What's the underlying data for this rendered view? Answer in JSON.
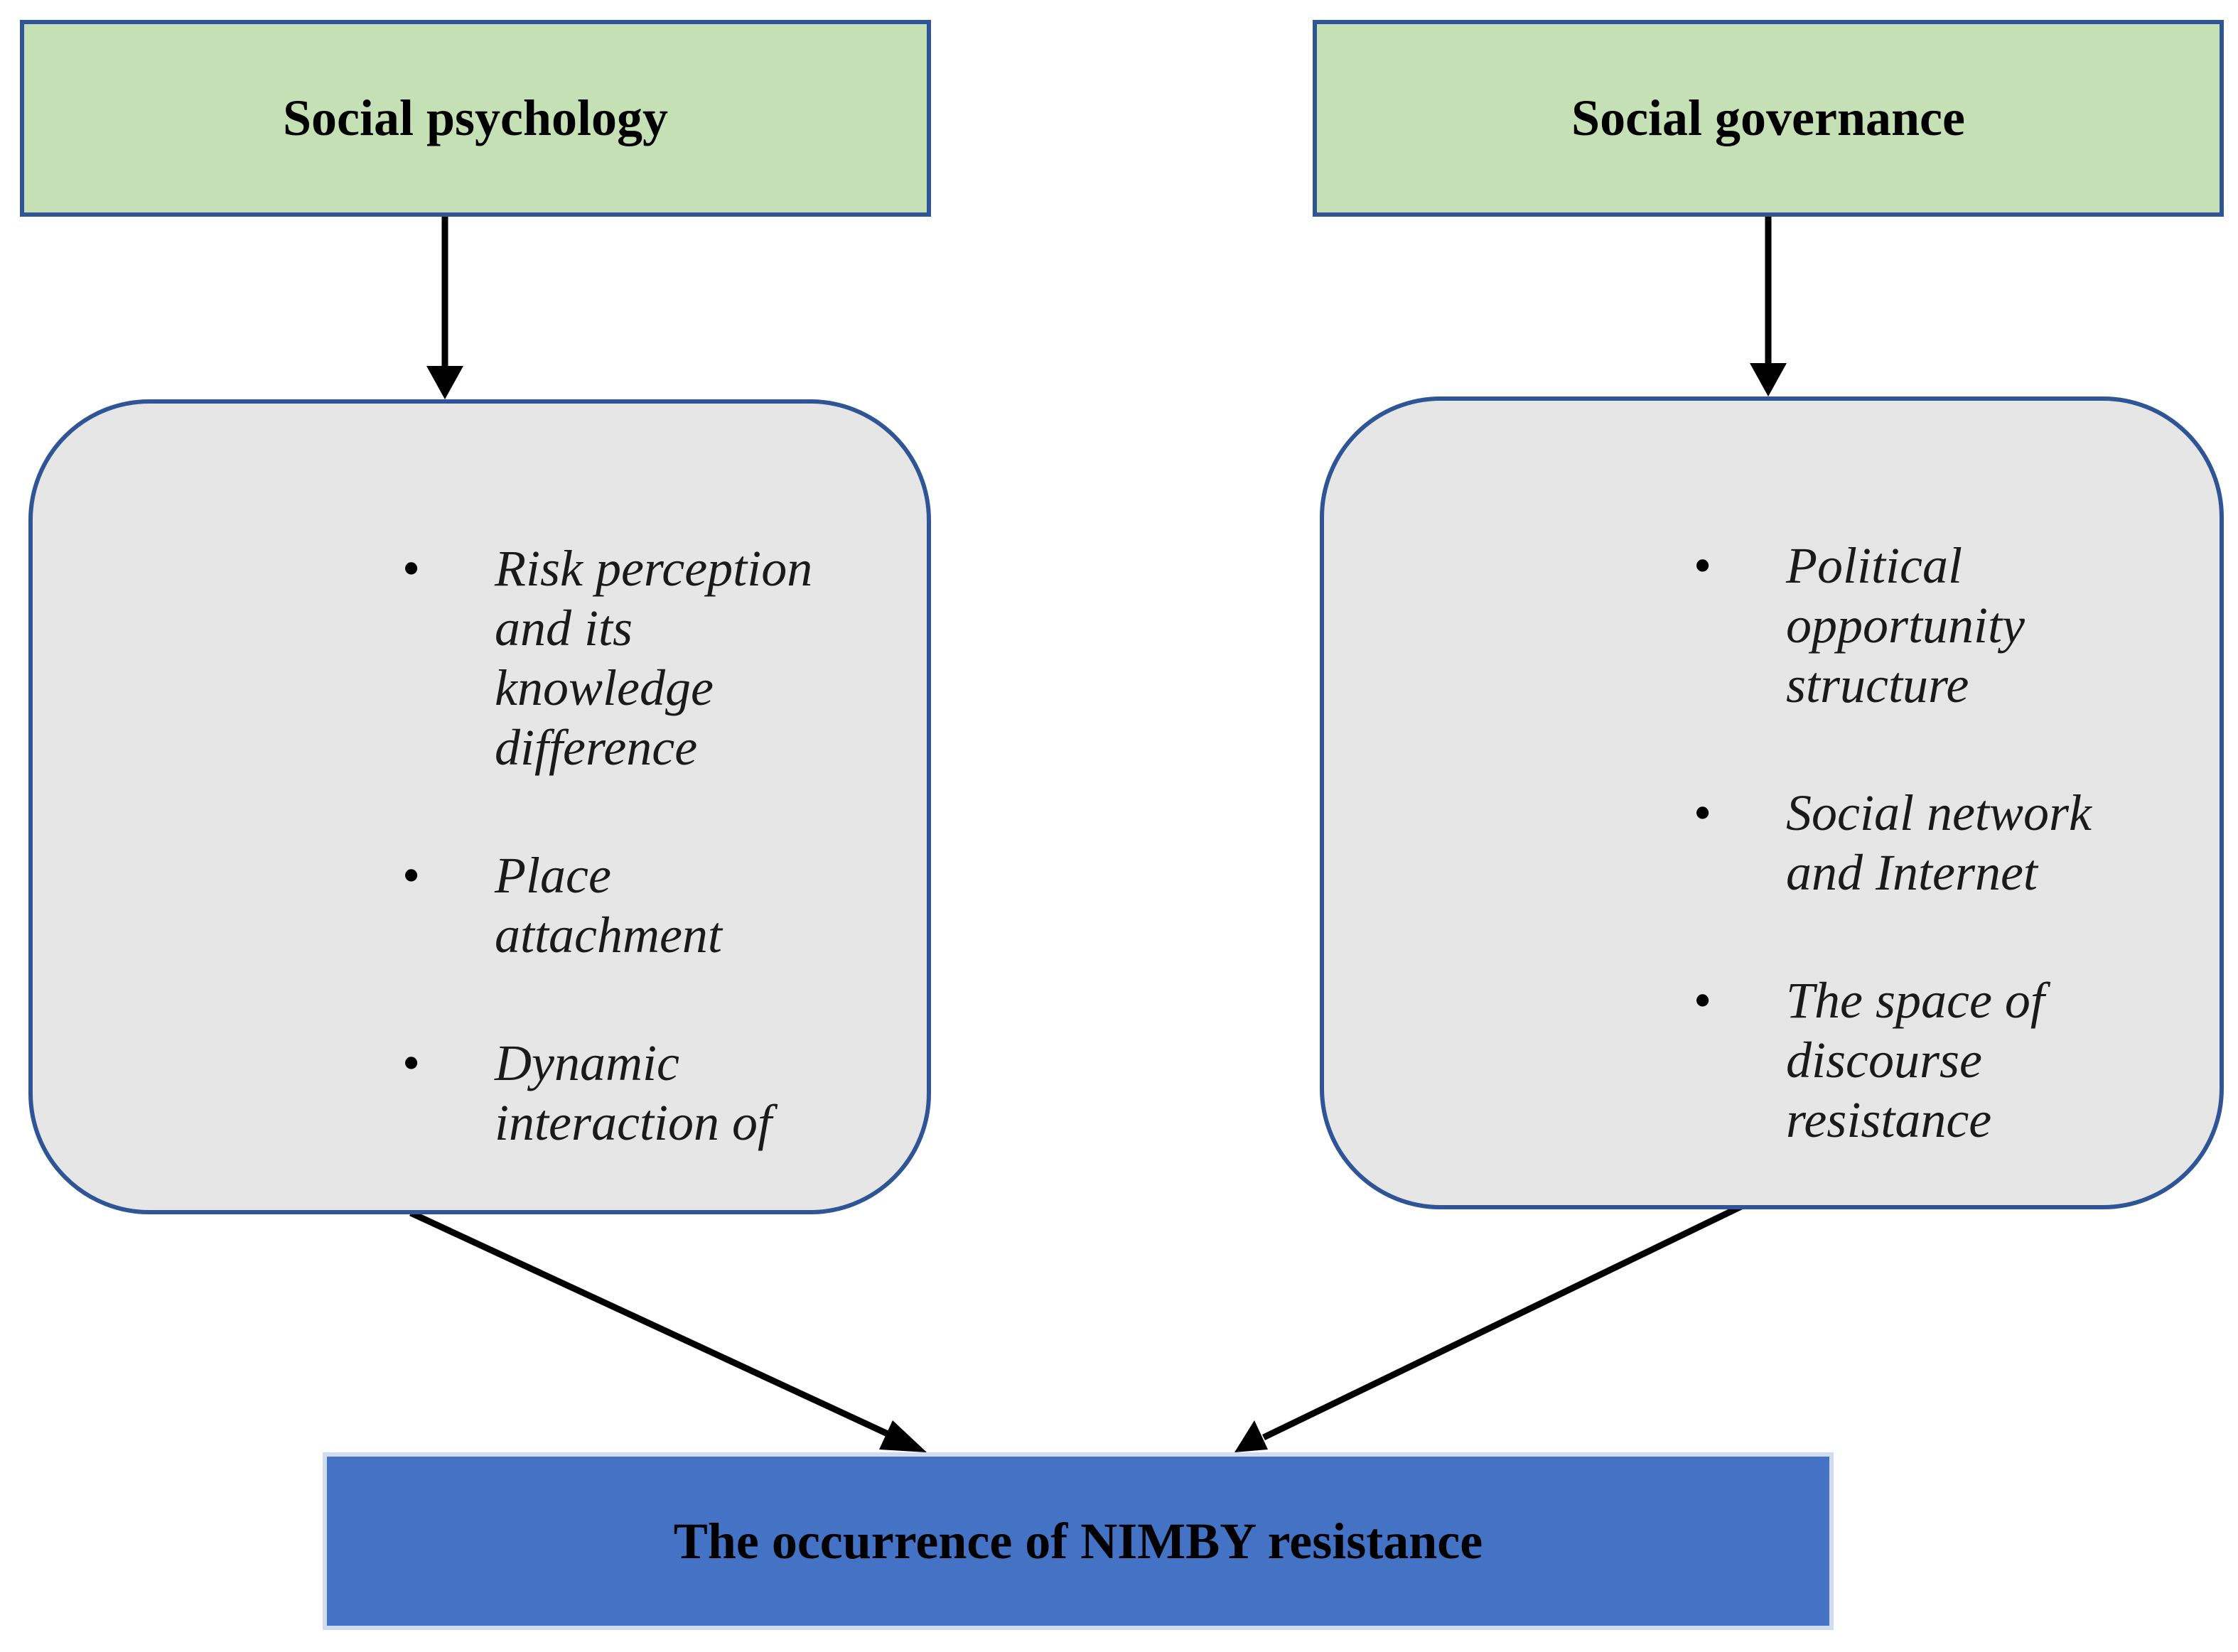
{
  "diagram": {
    "left_column": {
      "title": "Social psychology",
      "items": [
        "Risk perception and its knowledge difference",
        "Place attachment",
        "Dynamic interaction of"
      ]
    },
    "right_column": {
      "title": "Social governance",
      "items": [
        "Political opportunity structure",
        "Social network and Internet",
        "The space of discourse resistance"
      ]
    },
    "result": {
      "label": "The occurrence of NIMBY resistance"
    },
    "bullet_symbol": "•",
    "colors": {
      "header_fill": "#c5e0b4",
      "detail_fill": "#e6e6e6",
      "result_fill": "#4472c4",
      "border": "#2f5597",
      "arrow": "#000000"
    }
  }
}
